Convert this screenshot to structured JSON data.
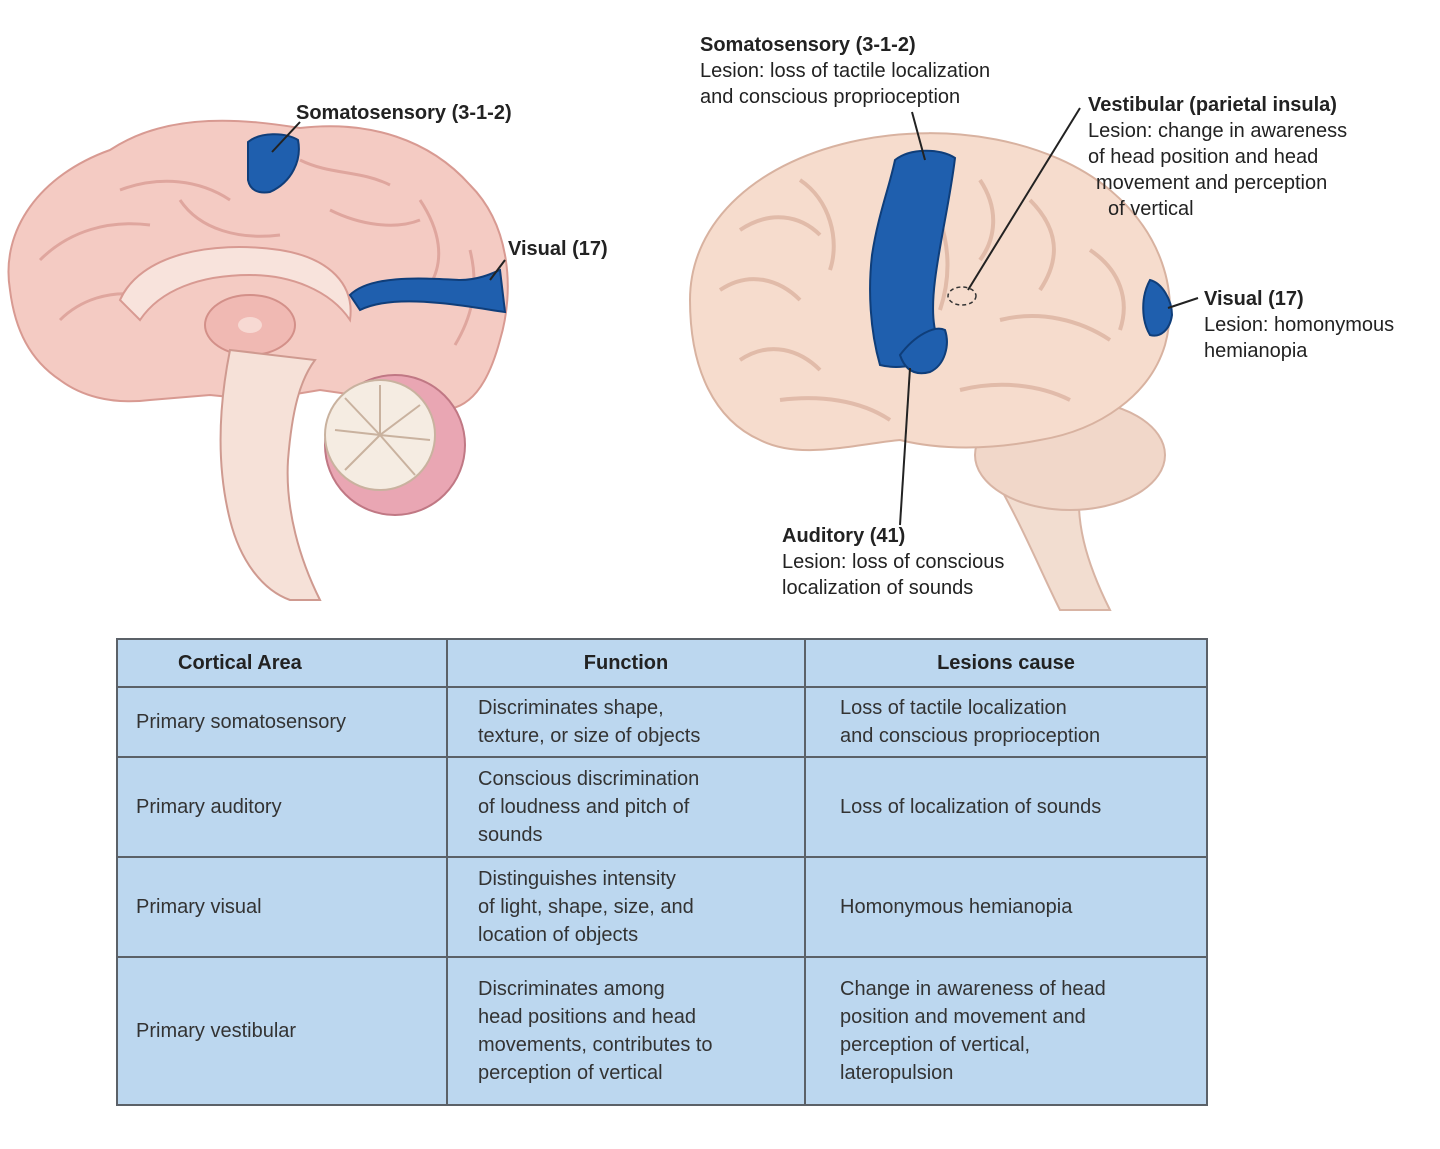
{
  "left_labels": {
    "somatosensory": "Somatosensory (3-1-2)",
    "visual": "Visual (17)"
  },
  "right_labels": {
    "somatosensory": {
      "title": "Somatosensory (3-1-2)",
      "lines": [
        "Lesion: loss of tactile localization",
        "and conscious proprioception"
      ]
    },
    "vestibular": {
      "title": "Vestibular (parietal insula)",
      "lines": [
        "Lesion: change in awareness",
        "of head position and head",
        "movement and perception",
        "of vertical"
      ]
    },
    "visual": {
      "title": "Visual (17)",
      "lines": [
        "Lesion: homonymous",
        "hemianopia"
      ]
    },
    "auditory": {
      "title": "Auditory (41)",
      "lines": [
        "Lesion: loss of conscious",
        "localization of sounds"
      ]
    }
  },
  "colors": {
    "cortex_highlight": "#1f5fae",
    "brain_tissue": "#f4d6c8",
    "medial_tissue": "#f2c3bd",
    "table_fill": "#bcd7ef"
  },
  "table": {
    "headers": [
      "Cortical  Area",
      "Function",
      "Lesions cause"
    ],
    "rows": [
      {
        "area": "Primary somatosensory",
        "function": [
          "Discriminates shape,",
          "texture, or size of objects"
        ],
        "lesion": [
          "Loss of tactile localization",
          "and conscious proprioception"
        ]
      },
      {
        "area": "Primary auditory",
        "function": [
          "Conscious discrimination",
          "of loudness and pitch of",
          "sounds"
        ],
        "lesion": [
          "Loss of localization of sounds"
        ]
      },
      {
        "area": "Primary visual",
        "function": [
          "Distinguishes intensity",
          "of light, shape, size, and",
          "location of objects"
        ],
        "lesion": [
          "Homonymous hemianopia"
        ]
      },
      {
        "area": "Primary vestibular",
        "function": [
          "Discriminates among",
          "head positions and head",
          "movements, contributes to",
          "perception of vertical"
        ],
        "lesion": [
          "Change in awareness of head",
          "position and movement and",
          "perception of vertical,",
          "lateropulsion"
        ]
      }
    ]
  }
}
